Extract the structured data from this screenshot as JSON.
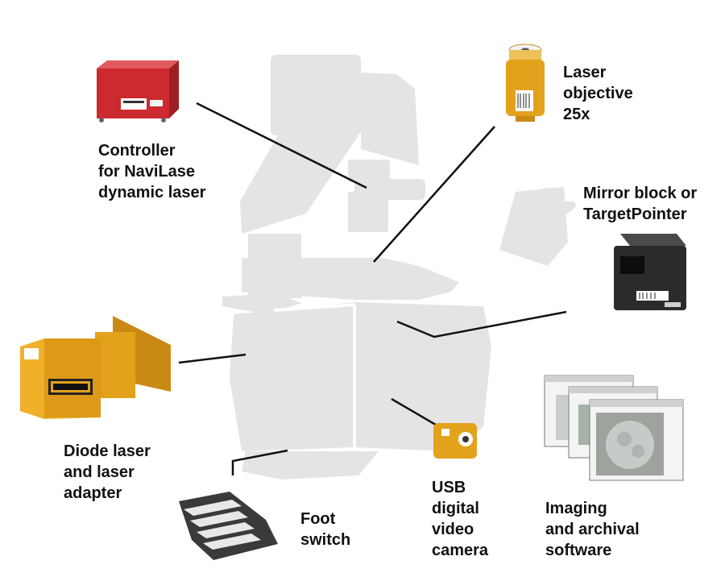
{
  "colors": {
    "microscope": "#e4e4e4",
    "leader_line": "#111111",
    "controller_red": "#cc2a2e",
    "gold": "#e3a21c",
    "dark_device": "#2b2b2b"
  },
  "components": {
    "controller": {
      "icon": "controller-box-icon",
      "lines": [
        "Controller",
        "for NaviLase",
        "dynamic laser"
      ]
    },
    "laser_objective": {
      "icon": "laser-objective-icon",
      "lines": [
        "Laser",
        "objective",
        "25x"
      ]
    },
    "mirror_block": {
      "icon": "mirror-block-icon",
      "lines": [
        "Mirror block or",
        "TargetPointer"
      ]
    },
    "diode_laser": {
      "icon": "diode-laser-icon",
      "lines": [
        "Diode laser",
        "and laser",
        "adapter"
      ]
    },
    "usb_camera": {
      "icon": "usb-camera-icon",
      "lines": [
        "USB",
        "digital",
        "video",
        "camera"
      ]
    },
    "foot_switch": {
      "icon": "foot-switch-icon",
      "lines": [
        "Foot",
        "switch"
      ]
    },
    "software": {
      "icon": "software-screens-icon",
      "lines": [
        "Imaging",
        "and archival",
        "software"
      ]
    }
  }
}
